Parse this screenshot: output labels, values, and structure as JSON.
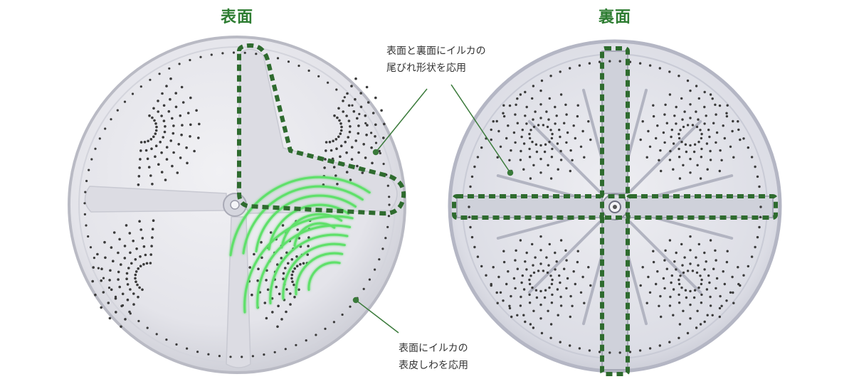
{
  "front": {
    "heading": "表面"
  },
  "back": {
    "heading": "裏面"
  },
  "callouts": {
    "tail": {
      "line1": "表面と裏面にイルカの",
      "line2": "尾びれ形状を応用"
    },
    "skin": {
      "line1": "表面にイルカの",
      "line2": "表皮しわを応用"
    }
  },
  "colors": {
    "heading": "#2e7d32",
    "highlight_dash": "#2e6b2e",
    "wrinkle_glow": "#5fe06a",
    "disc_fill": "#e8e8ec",
    "disc_edge": "#b9bac4",
    "hole": "#3a3a3a",
    "leader_line": "#3a7a3a"
  },
  "icons": {
    "front_disc": "pulsator-front-icon",
    "back_disc": "pulsator-back-icon"
  }
}
